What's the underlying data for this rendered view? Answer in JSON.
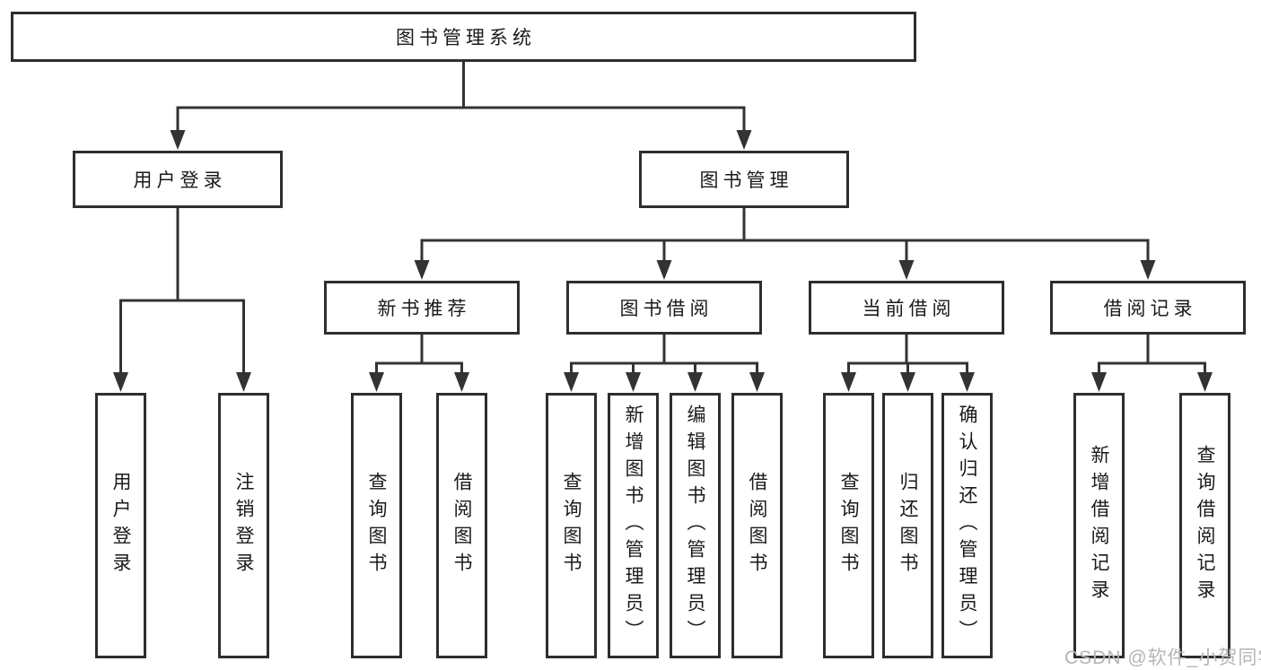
{
  "colors": {
    "line": "#333333",
    "box_border": "#2e2e2e",
    "box_fill": "#ffffff",
    "text": "#1a1a1a",
    "watermark": "#b5b5b5"
  },
  "diagram": {
    "root": {
      "label": "图书管理系统"
    },
    "level2": [
      {
        "label": "用户登录"
      },
      {
        "label": "图书管理"
      }
    ],
    "level3": [
      {
        "label": "新书推荐"
      },
      {
        "label": "图书借阅"
      },
      {
        "label": "当前借阅"
      },
      {
        "label": "借阅记录"
      }
    ],
    "leaves": {
      "user_login": [
        "用户登录",
        "注销登录"
      ],
      "new_book_recommend": [
        "查询图书",
        "借阅图书"
      ],
      "book_borrow": [
        "查询图书",
        "新增图书（管理员）",
        "编辑图书（管理员）",
        "借阅图书"
      ],
      "current_borrow": [
        "查询图书",
        "归还图书",
        "确认归还（管理员）"
      ],
      "borrow_records": [
        "新增借阅记录",
        "查询借阅记录"
      ]
    },
    "watermark": "CSDN @软件_小贺同学"
  }
}
